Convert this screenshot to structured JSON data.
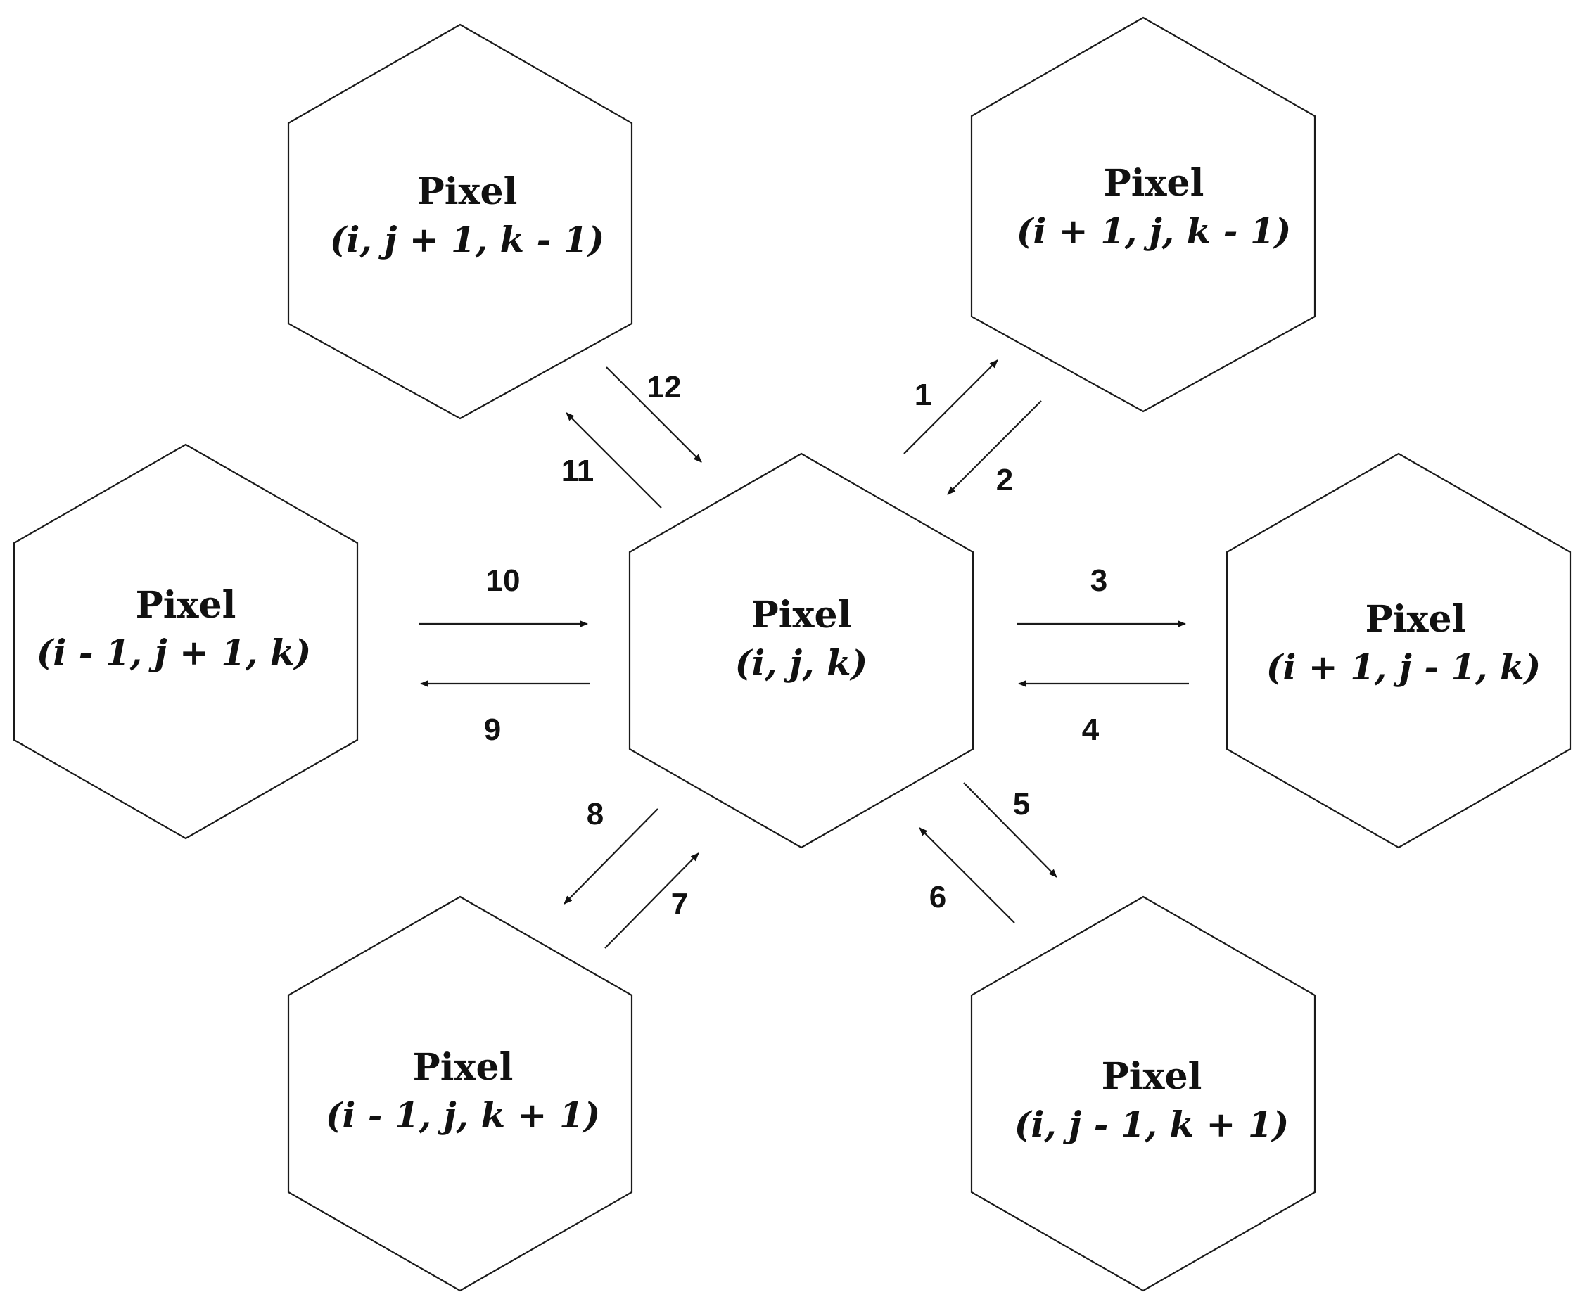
{
  "pixels": [
    {
      "id": "center",
      "title": "Pixel",
      "coord": "(i, j, k)"
    },
    {
      "id": "upper-left",
      "title": "Pixel",
      "coord": "(i, j + 1, k - 1)"
    },
    {
      "id": "upper-right",
      "title": "Pixel",
      "coord": "(i + 1, j, k - 1)"
    },
    {
      "id": "left",
      "title": "Pixel",
      "coord": "(i - 1, j + 1, k)"
    },
    {
      "id": "right",
      "title": "Pixel",
      "coord": "(i + 1, j - 1, k)"
    },
    {
      "id": "lower-left",
      "title": "Pixel",
      "coord": "(i - 1, j, k + 1)"
    },
    {
      "id": "lower-right",
      "title": "Pixel",
      "coord": "(i, j - 1, k + 1)"
    }
  ],
  "arrows": [
    {
      "label": "1",
      "from": "center",
      "to": "upper-right"
    },
    {
      "label": "2",
      "from": "upper-right",
      "to": "center"
    },
    {
      "label": "3",
      "from": "center",
      "to": "right"
    },
    {
      "label": "4",
      "from": "right",
      "to": "center"
    },
    {
      "label": "5",
      "from": "center",
      "to": "lower-right"
    },
    {
      "label": "6",
      "from": "lower-right",
      "to": "center"
    },
    {
      "label": "7",
      "from": "lower-left",
      "to": "center"
    },
    {
      "label": "8",
      "from": "center",
      "to": "lower-left"
    },
    {
      "label": "9",
      "from": "center",
      "to": "left"
    },
    {
      "label": "10",
      "from": "left",
      "to": "center"
    },
    {
      "label": "11",
      "from": "center",
      "to": "upper-left"
    },
    {
      "label": "12",
      "from": "upper-left",
      "to": "center"
    }
  ]
}
